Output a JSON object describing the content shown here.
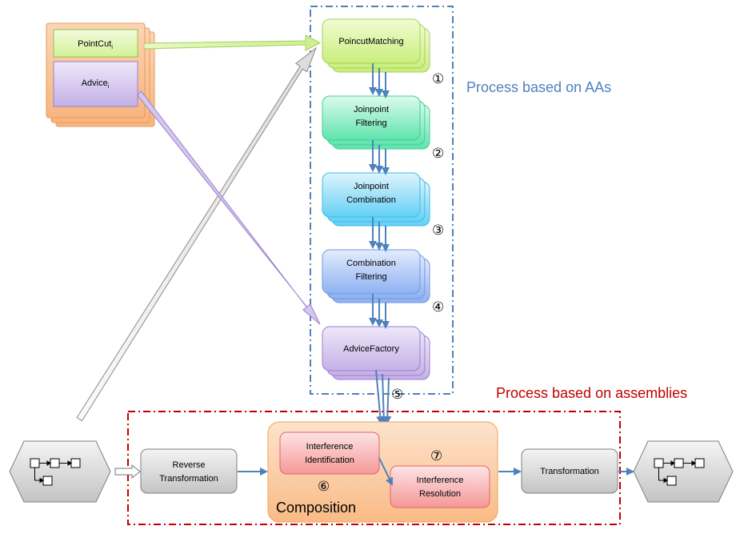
{
  "input": {
    "pointcut": {
      "base": "PointCut",
      "sub": "i"
    },
    "advice": {
      "base": "Advice",
      "sub": "i"
    }
  },
  "aa_process": {
    "title": "Process based on AAs",
    "title_color": "#4f81bd",
    "stages": [
      {
        "lines": [
          "PoincutMatching"
        ],
        "marker": "①"
      },
      {
        "lines": [
          "Joinpoint",
          "Filtering"
        ],
        "marker": "②"
      },
      {
        "lines": [
          "Joinpoint",
          "Combination"
        ],
        "marker": "③"
      },
      {
        "lines": [
          "Combination",
          "Filtering"
        ],
        "marker": "④"
      },
      {
        "lines": [
          "AdviceFactory"
        ],
        "marker": "⑤"
      }
    ]
  },
  "assembly_process": {
    "title": "Process based on assemblies",
    "title_color": "#c00000",
    "reverse": [
      "Reverse",
      "Transformation"
    ],
    "composition": {
      "label": "Composition",
      "marker_left": "⑥",
      "marker_right": "⑦",
      "identification": [
        "Interference",
        "Identification"
      ],
      "resolution": [
        "Interference",
        "Resolution"
      ]
    },
    "transformation": "Transformation"
  },
  "colors": {
    "arrow": "#4f81bd",
    "aa_box": "#4f81bd",
    "assembly_box": "#c00000"
  }
}
